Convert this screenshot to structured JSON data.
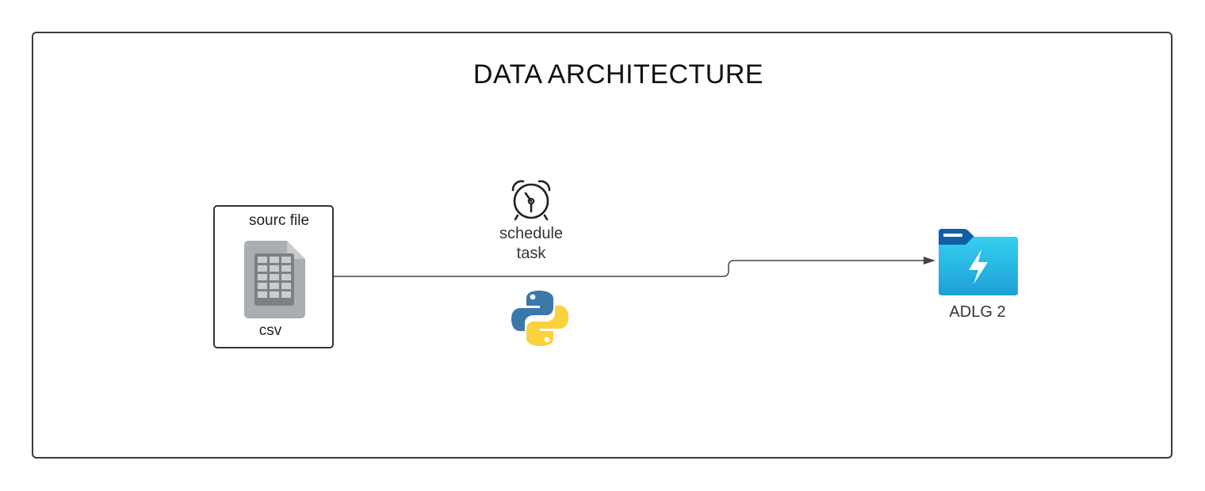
{
  "diagram": {
    "title": "DATA ARCHITECTURE",
    "source": {
      "title": "sourc file",
      "file_label": "csv",
      "icon": "spreadsheet-file-icon"
    },
    "schedule": {
      "line1": "schedule",
      "line2": "task",
      "icon": "alarm-clock-icon"
    },
    "script": {
      "icon": "python-logo-icon"
    },
    "destination": {
      "label": "ADLG 2",
      "icon": "data-lake-folder-icon"
    },
    "colors": {
      "border": "#333333",
      "connector": "#444444",
      "python_blue": "#3b77a8",
      "python_yellow": "#fcd13e",
      "folder_light": "#31c6ec",
      "folder_dark": "#0f5fa8",
      "csv_gray": "#9aa0a3"
    }
  }
}
